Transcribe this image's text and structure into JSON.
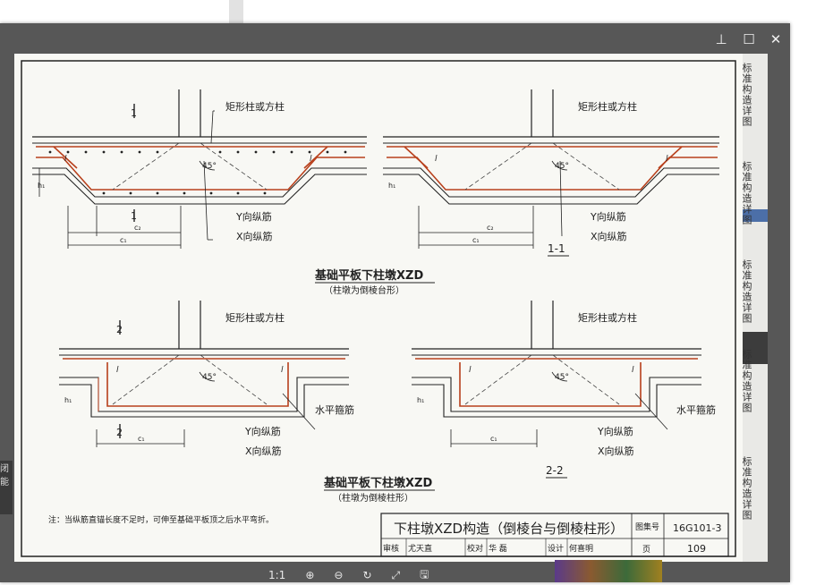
{
  "viewer": {
    "window_buttons": {
      "pin": "⊥",
      "maximize": "☐",
      "close": "✕"
    },
    "toolbar": {
      "ratio": "1:1",
      "zoom_in": "⊕",
      "zoom_out": "⊖",
      "rotate": "↻",
      "fit": "⤢",
      "save": "🖫"
    }
  },
  "drawing": {
    "labels": {
      "column": "矩形柱或方柱",
      "y_rebar": "Y向纵筋",
      "x_rebar": "X向纵筋",
      "horiz_rebar": "水平箍筋",
      "angle": "45°",
      "la": "l",
      "h1": "h₁",
      "c1": "c₁",
      "c2": "c₂",
      "mark1": "1",
      "mark2": "2",
      "sec11": "1-1",
      "sec22": "2-2"
    },
    "top_title": "基础平板下柱墩XZD",
    "top_subtitle": "（柱墩为倒棱台形）",
    "bottom_title": "基础平板下柱墩XZD",
    "bottom_subtitle": "（柱墩为倒棱柱形）",
    "note": "注：当纵筋直锚长度不足时，可伸至基础平板顶之后水平弯折。",
    "titleblock": {
      "main": "下柱墩XZD构造（倒棱台与倒棱柱形）",
      "atlas_label": "图集号",
      "atlas_no": "16G101-3",
      "page_label": "页",
      "page_no": "109",
      "row": [
        "审核",
        "尤天直",
        "校对",
        "华 磊",
        "设计",
        "何喜明"
      ]
    }
  },
  "side_doc": {
    "snippets": [
      "标准构造详图",
      "标准构造详图",
      "标准构造详图",
      "标准构造详图",
      "标准构造详图"
    ]
  },
  "background": {
    "left_text": "闭能"
  }
}
